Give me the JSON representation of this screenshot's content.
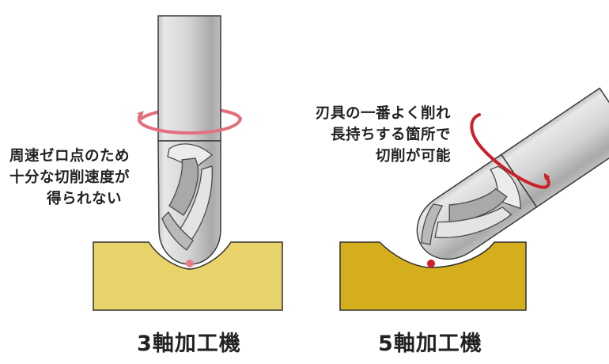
{
  "left_panel": {
    "note_lines": [
      "周速ゼロ点のため",
      "十分な切削速度が",
      "得られない"
    ],
    "caption": "3軸加工機"
  },
  "right_panel": {
    "note_lines": [
      "刃具の一番よく削れ",
      "長持ちする箇所で",
      "切削が可能"
    ],
    "caption": "5軸加工機"
  },
  "colors": {
    "workpiece_3axis": "#e8d36a",
    "workpiece_5axis": "#d4ae1c",
    "contact_point_3axis": "#e87c8c",
    "contact_point_5axis": "#d0202a",
    "rotation_arrow_3axis": "#e2707e",
    "rotation_arrow_5axis": "#cc1f28",
    "tool_metal": "#c9c9c9"
  },
  "icons": [
    "rotation-arrow-icon",
    "contact-point-icon"
  ]
}
